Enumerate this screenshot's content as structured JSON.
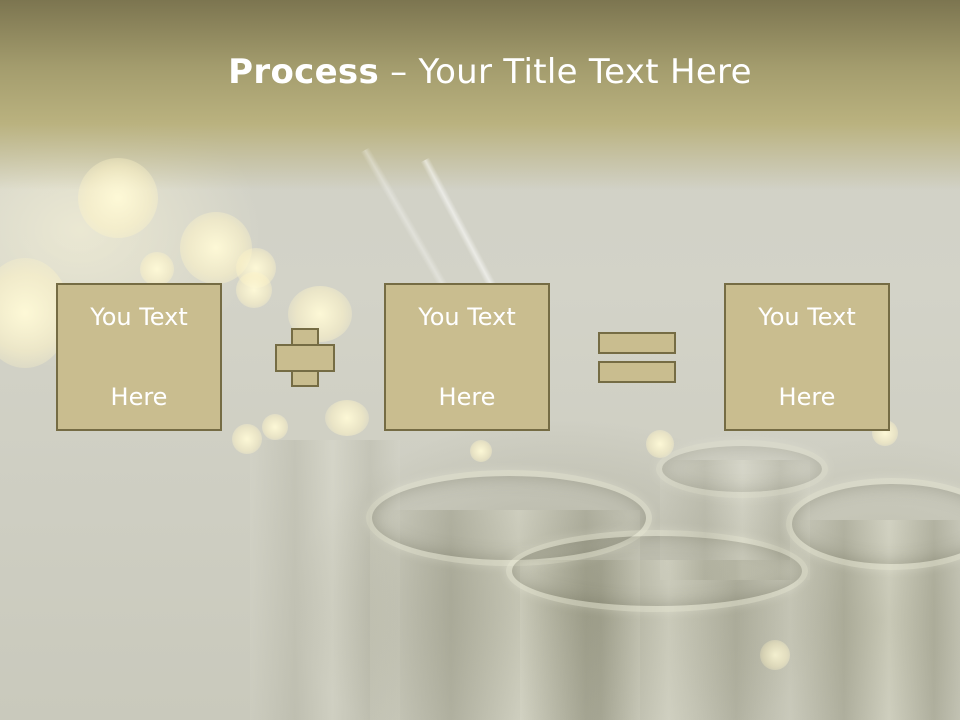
{
  "slide": {
    "title_bold": "Process",
    "title_rest": " – Your Title Text Here",
    "boxes": [
      {
        "line1": "You Text",
        "line2": "Here"
      },
      {
        "line1": "You Text",
        "line2": "Here"
      },
      {
        "line1": "You Text",
        "line2": "Here"
      }
    ],
    "operators": [
      "plus",
      "equals"
    ]
  },
  "colors": {
    "header": "#a39c6d",
    "box_fill": "#c9bd8f",
    "box_border": "#756c44",
    "text": "#ffffff"
  },
  "icons": [
    "plus-icon",
    "equals-icon"
  ]
}
